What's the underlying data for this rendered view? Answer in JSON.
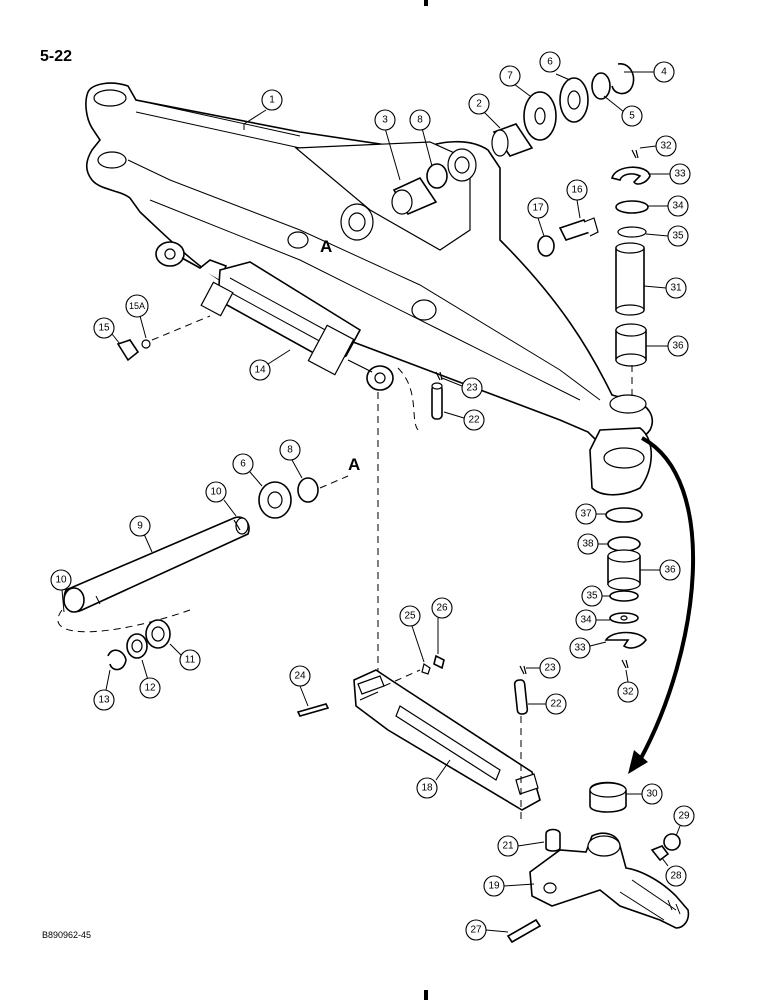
{
  "page": {
    "page_number": "5-22",
    "figure_code": "B890962-45"
  },
  "reference_letters": [
    "A",
    "A"
  ],
  "callouts": [
    {
      "id": "c1",
      "label": "1"
    },
    {
      "id": "c2",
      "label": "2"
    },
    {
      "id": "c3",
      "label": "3"
    },
    {
      "id": "c4",
      "label": "4"
    },
    {
      "id": "c5",
      "label": "5"
    },
    {
      "id": "c6a",
      "label": "6"
    },
    {
      "id": "c7",
      "label": "7"
    },
    {
      "id": "c8a",
      "label": "8"
    },
    {
      "id": "c16",
      "label": "16"
    },
    {
      "id": "c17",
      "label": "17"
    },
    {
      "id": "c32a",
      "label": "32"
    },
    {
      "id": "c33a",
      "label": "33"
    },
    {
      "id": "c34a",
      "label": "34"
    },
    {
      "id": "c35a",
      "label": "35"
    },
    {
      "id": "c31",
      "label": "31"
    },
    {
      "id": "c36a",
      "label": "36"
    },
    {
      "id": "c15a",
      "label": "15A"
    },
    {
      "id": "c15",
      "label": "15"
    },
    {
      "id": "c14",
      "label": "14"
    },
    {
      "id": "c23a",
      "label": "23"
    },
    {
      "id": "c22a",
      "label": "22"
    },
    {
      "id": "c6b",
      "label": "6"
    },
    {
      "id": "c8b",
      "label": "8"
    },
    {
      "id": "c10a",
      "label": "10"
    },
    {
      "id": "c9",
      "label": "9"
    },
    {
      "id": "c10b",
      "label": "10"
    },
    {
      "id": "c11",
      "label": "11"
    },
    {
      "id": "c12",
      "label": "12"
    },
    {
      "id": "c13",
      "label": "13"
    },
    {
      "id": "c37",
      "label": "37"
    },
    {
      "id": "c38",
      "label": "38"
    },
    {
      "id": "c36b",
      "label": "36"
    },
    {
      "id": "c35b",
      "label": "35"
    },
    {
      "id": "c34b",
      "label": "34"
    },
    {
      "id": "c33b",
      "label": "33"
    },
    {
      "id": "c32b",
      "label": "32"
    },
    {
      "id": "c25",
      "label": "25"
    },
    {
      "id": "c26",
      "label": "26"
    },
    {
      "id": "c24",
      "label": "24"
    },
    {
      "id": "c23b",
      "label": "23"
    },
    {
      "id": "c22b",
      "label": "22"
    },
    {
      "id": "c18",
      "label": "18"
    },
    {
      "id": "c30",
      "label": "30"
    },
    {
      "id": "c29",
      "label": "29"
    },
    {
      "id": "c21",
      "label": "21"
    },
    {
      "id": "c28",
      "label": "28"
    },
    {
      "id": "c19",
      "label": "19"
    },
    {
      "id": "c27",
      "label": "27"
    }
  ]
}
